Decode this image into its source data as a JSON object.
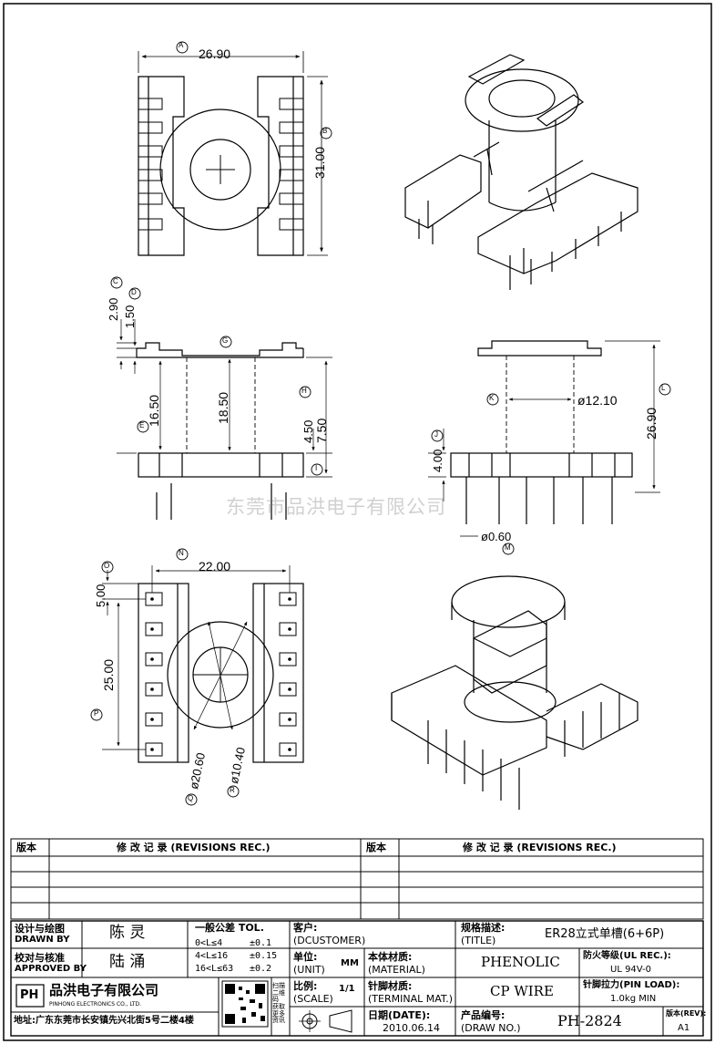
{
  "watermark": "东莞市品洪电子有限公司",
  "top_view": {
    "dim_width": "26.90",
    "dim_height": "31.00",
    "label_a": "A",
    "label_b": "B"
  },
  "front_view": {
    "dim_c": "2.90",
    "dim_d": "1.50",
    "dim_e": "16.50",
    "dim_g": "18.50",
    "dim_h": "4.50",
    "dim_i": "7.50",
    "label_c": "C",
    "label_d": "D",
    "label_e": "E",
    "label_g": "G",
    "label_h": "H",
    "label_i": "I"
  },
  "side_view": {
    "dim_k": "ø12.10",
    "dim_l": "26.90",
    "dim_j": "4.00",
    "dim_m": "ø0.60",
    "label_k": "K",
    "label_l": "L",
    "label_j": "J",
    "label_m": "M"
  },
  "bottom_view": {
    "dim_n": "22.00",
    "dim_o": "5.00",
    "dim_p": "25.00",
    "dim_q": "ø20.60",
    "dim_r": "ø10.40",
    "label_n": "N",
    "label_o": "O",
    "label_p": "P",
    "label_q": "Q",
    "label_r": "R"
  },
  "revisions": {
    "col_ver": "版本",
    "col_rec": "修 改 记 录 (REVISIONS REC.)",
    "col_ver2": "版本",
    "col_rec2": "修 改 记 录 (REVISIONS REC.)"
  },
  "title_block": {
    "drawn_cn": "设计与绘图",
    "drawn_en": "DRAWN BY",
    "drawn_val": "陈 灵",
    "approved_cn": "校对与核准",
    "approved_en": "APPROVED BY",
    "approved_val": "陆 涌",
    "tol_title": "一般公差 TOL.",
    "tol_1_range": "0<L≤4",
    "tol_1_val": "±0.1",
    "tol_2_range": "4<L≤16",
    "tol_2_val": "±0.15",
    "tol_3_range": "16<L≤63",
    "tol_3_val": "±0.2",
    "customer_cn": "客户:",
    "customer_en": "(DCUSTOMER)",
    "unit_cn": "单位:",
    "unit_en": "(UNIT)",
    "unit_val": "MM",
    "scale_cn": "比例:",
    "scale_en": "(SCALE)",
    "scale_val": "1/1",
    "title_cn": "规格描述:",
    "title_en": "(TITLE)",
    "title_val": "ER28立式单槽(6+6P)",
    "material_cn": "本体材质:",
    "material_en": "(MATERIAL)",
    "material_val": "PHENOLIC",
    "flame_cn": "防火等级(UL REC.):",
    "flame_val": "UL 94V-0",
    "terminal_cn": "针脚材质:",
    "terminal_en": "(TERMINAL MAT.)",
    "terminal_val": "CP WIRE",
    "pinload_cn": "针脚拉力(PIN LOAD):",
    "pinload_val": "1.0kg MIN",
    "date_cn": "日期(DATE):",
    "date_val": "2010.06.14",
    "drawno_cn": "产品编号:",
    "drawno_en": "(DRAW NO.)",
    "drawno_val": "PH-2824",
    "rev_cn": "版本(REV):",
    "rev_val": "A1",
    "company_logo": "PH",
    "company_cn": "品洪电子有限公司",
    "company_en": "PINHONG ELECTRONICS CO., LTD.",
    "qr_caption": "扫描二维码 获取更多资讯",
    "address": "地址:广东东莞市长安镇先兴北街5号二楼4楼"
  }
}
